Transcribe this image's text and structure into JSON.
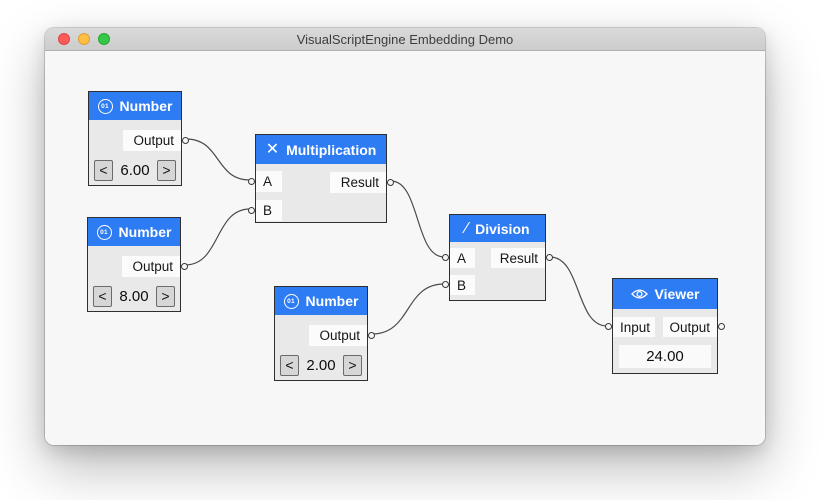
{
  "window": {
    "title": "VisualScriptEngine Embedding Demo"
  },
  "colors": {
    "header_blue": "#2e7cf3",
    "node_body": "#e9e9e9",
    "slot_white": "#fbfbfb",
    "wire": "#4a4a4a",
    "canvas_bg": "#f7f7f7",
    "titlebar": "#d3d3d3"
  },
  "nodes": {
    "number1": {
      "title": "Number",
      "icon_text": "01",
      "output_label": "Output",
      "value": "6.00",
      "dec": "<",
      "inc": ">"
    },
    "number2": {
      "title": "Number",
      "icon_text": "01",
      "output_label": "Output",
      "value": "8.00",
      "dec": "<",
      "inc": ">"
    },
    "number3": {
      "title": "Number",
      "icon_text": "01",
      "output_label": "Output",
      "value": "2.00",
      "dec": "<",
      "inc": ">"
    },
    "mult": {
      "title": "Multiplication",
      "icon_glyph": "✕",
      "in_a": "A",
      "in_b": "B",
      "out": "Result"
    },
    "div": {
      "title": "Division",
      "icon_glyph": "∕",
      "in_a": "A",
      "in_b": "B",
      "out": "Result"
    },
    "viewer": {
      "title": "Viewer",
      "in": "Input",
      "out": "Output",
      "value": "24.00"
    }
  },
  "connections": [
    [
      "number1.Output",
      "mult.A"
    ],
    [
      "number2.Output",
      "mult.B"
    ],
    [
      "mult.Result",
      "div.A"
    ],
    [
      "number3.Output",
      "div.B"
    ],
    [
      "div.Result",
      "viewer.Input"
    ]
  ]
}
